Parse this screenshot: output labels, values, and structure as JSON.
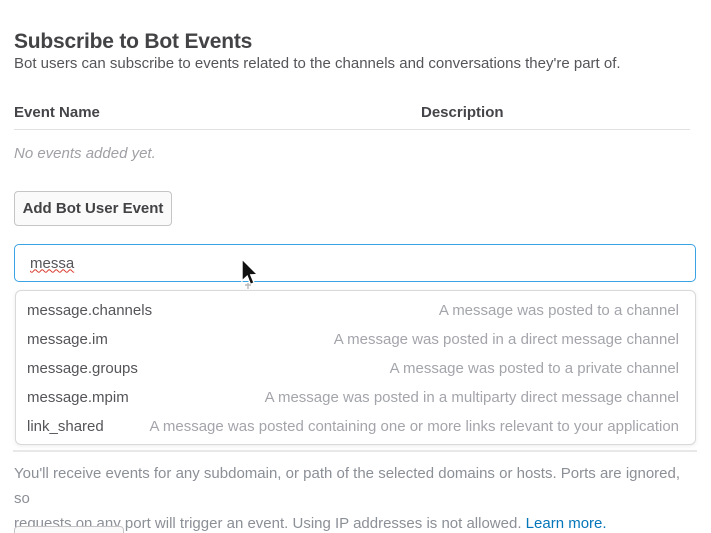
{
  "page": {
    "title": "Subscribe to Bot Events",
    "subtitle": "Bot users can subscribe to events related to the channels and conversations they're part of."
  },
  "events_table": {
    "columns": [
      "Event Name",
      "Description"
    ],
    "empty_message": "No events added yet."
  },
  "actions": {
    "add_event_label": "Add Bot User Event"
  },
  "search": {
    "value": "messa"
  },
  "suggestions": {
    "items": [
      {
        "name": "message.channels",
        "description": "A message was posted to a channel"
      },
      {
        "name": "message.im",
        "description": "A message was posted in a direct message channel"
      },
      {
        "name": "message.groups",
        "description": "A message was posted to a private channel"
      },
      {
        "name": "message.mpim",
        "description": "A message was posted in a multiparty direct message channel"
      },
      {
        "name": "link_shared",
        "description": "A message was posted containing one or more links relevant to your application"
      }
    ]
  },
  "footer": {
    "line1": "You'll receive events for any subdomain, or path of the selected domains or hosts. Ports are ignored, so",
    "line2": "requests on any port will trigger an event. Using IP addresses is not allowed.",
    "link_label": "Learn more."
  },
  "colors": {
    "focus_border": "#3aa3e3",
    "link": "#0576b9"
  }
}
